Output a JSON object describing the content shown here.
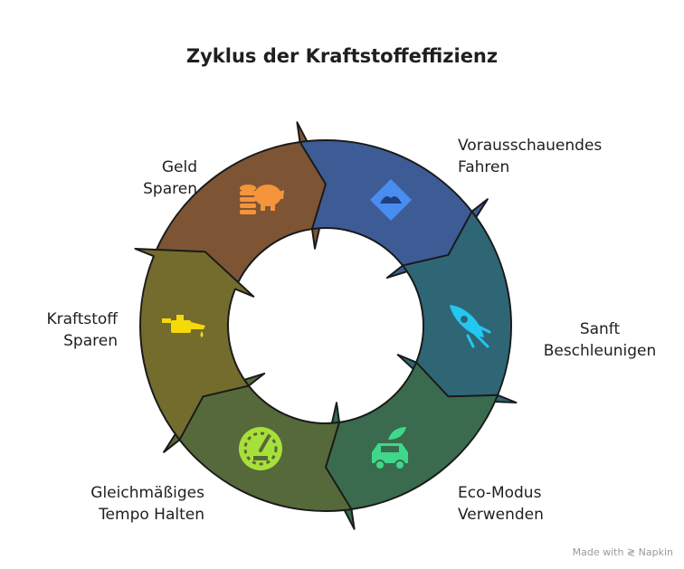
{
  "title": "Zyklus der Kraftstoffeffizienz",
  "steps": [
    {
      "label_lines": [
        "Vorausschauendes",
        "Fahren"
      ],
      "color": "#3d5c96",
      "icon": "road-diamond-icon",
      "icon_color": "#4a8df0"
    },
    {
      "label_lines": [
        "Sanft",
        "Beschleunigen"
      ],
      "color": "#2f6676",
      "icon": "rocket-icon",
      "icon_color": "#22c8f0"
    },
    {
      "label_lines": [
        "Eco-Modus",
        "Verwenden"
      ],
      "color": "#3a6b4e",
      "icon": "eco-car-icon",
      "icon_color": "#3fd88a"
    },
    {
      "label_lines": [
        "Gleichmäßiges",
        "Tempo Halten"
      ],
      "color": "#56693a",
      "icon": "speedometer-icon",
      "icon_color": "#a8e03a"
    },
    {
      "label_lines": [
        "Kraftstoff",
        "Sparen"
      ],
      "color": "#736c2d",
      "icon": "oil-can-icon",
      "icon_color": "#f5d90a"
    },
    {
      "label_lines": [
        "Geld",
        "Sparen"
      ],
      "color": "#7d5535",
      "icon": "piggy-bank-icon",
      "icon_color": "#f5943a"
    }
  ],
  "watermark": "Made with ≷ Napkin"
}
